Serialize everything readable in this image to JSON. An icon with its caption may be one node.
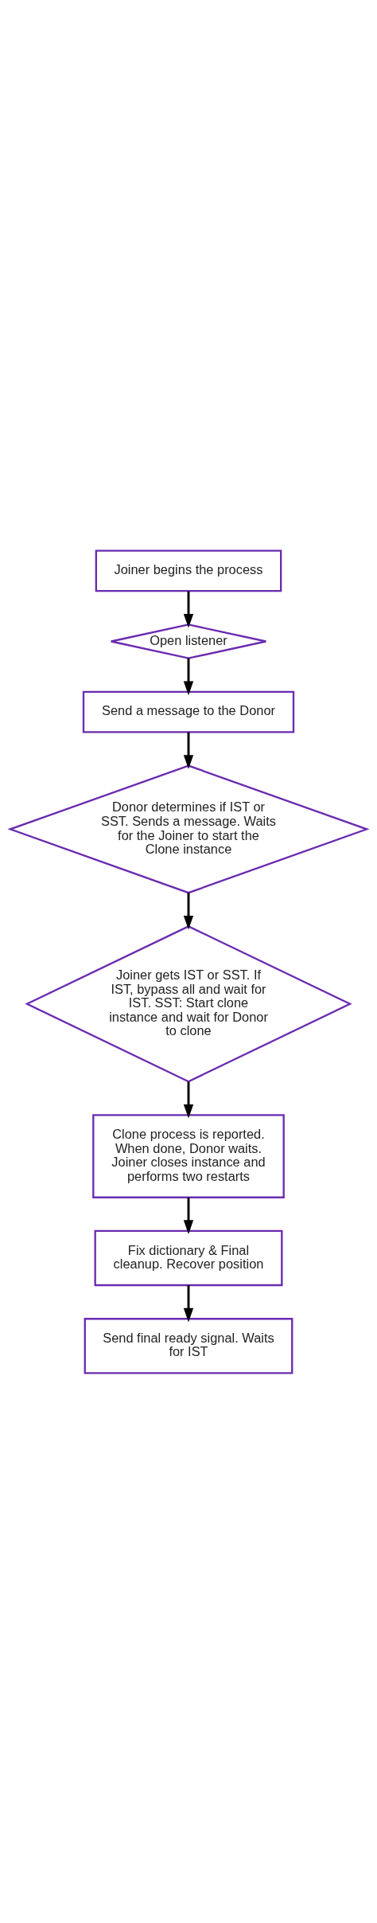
{
  "diagram": {
    "nodes": [
      {
        "text": [
          "Joiner begins the process"
        ]
      },
      {
        "text": [
          "Open listener"
        ]
      },
      {
        "text": [
          "Send a message to the Donor"
        ]
      },
      {
        "text": [
          "Donor determines if IST or SST. Sends a message. Waits for the Joiner to start the Clone instance"
        ]
      },
      {
        "text": [
          "Joiner gets IST or SST. If IST, bypass all and wait for IST. SST: Start clone instance and wait for Donor to clone"
        ]
      },
      {
        "text": [
          "Clone process is reported. When done, Donor waits. Joiner closes instance and performs two restarts"
        ]
      },
      {
        "text": [
          "Fix dictionary & Final cleanup. Recover position"
        ]
      },
      {
        "text": [
          "Send final ready signal. Waits for IST"
        ]
      }
    ],
    "edges": [
      {
        "from": 0,
        "to": 1,
        "arrow": "to"
      },
      {
        "from": 1,
        "to": 2,
        "arrow": "to"
      },
      {
        "from": 2,
        "to": 3,
        "arrow": "to"
      },
      {
        "from": 3,
        "to": 4,
        "arrow": "to"
      },
      {
        "from": 4,
        "to": 5,
        "arrow": "to"
      },
      {
        "from": 5,
        "to": 6,
        "arrow": "to"
      },
      {
        "from": 6,
        "to": 7,
        "arrow": "to"
      }
    ]
  }
}
